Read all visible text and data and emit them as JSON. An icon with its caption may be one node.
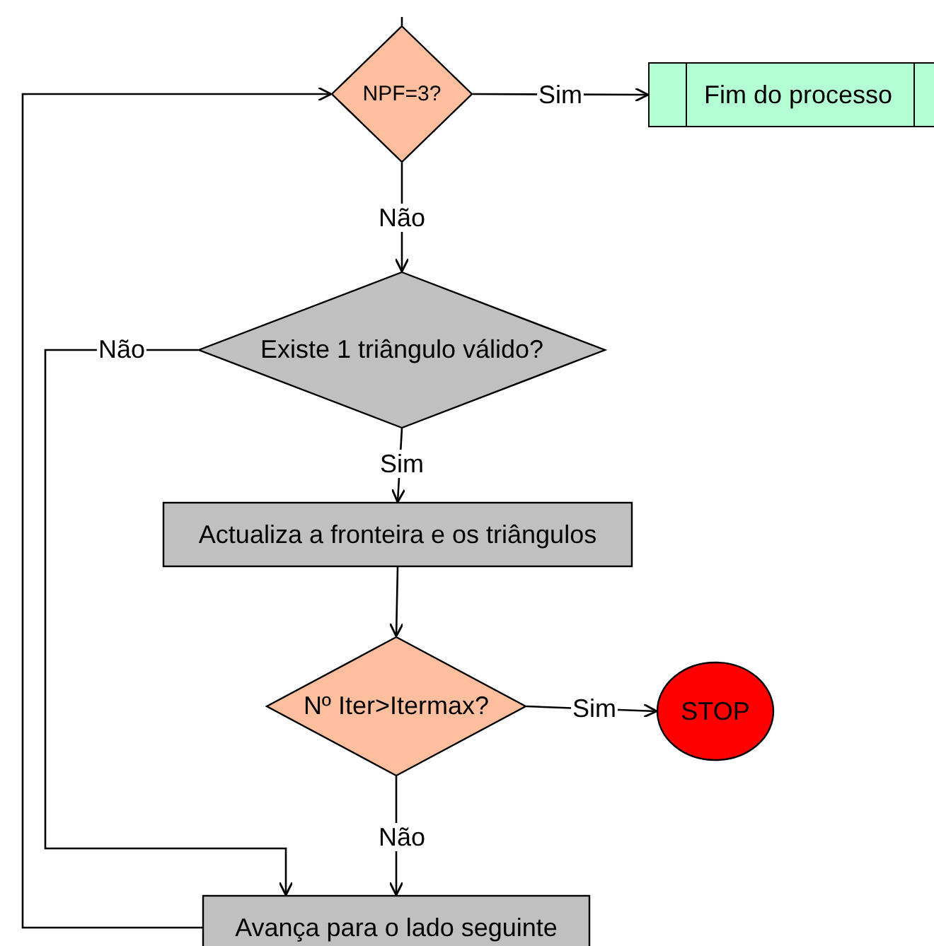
{
  "diagram": {
    "nodes": [
      {
        "text": [
          "NPF=3?"
        ]
      },
      {
        "text": [
          "Fim do processo"
        ]
      },
      {
        "text": [
          "Existe 1 triângulo válido?"
        ]
      },
      {
        "text": [
          "Actualiza a fronteira e os triângulos"
        ]
      },
      {
        "text": [
          "Nº Iter>Itermax?"
        ]
      },
      {
        "text": [
          "STOP"
        ]
      },
      {
        "text": [
          "Avança para o lado seguinte"
        ]
      }
    ],
    "edges": [
      {
        "from": 0,
        "to": 1,
        "arrow": "to",
        "label": "Sim"
      },
      {
        "from": 0,
        "to": 2,
        "arrow": "to",
        "label": "Não"
      },
      {
        "from": 2,
        "to": 6,
        "arrow": "to",
        "label": "Não"
      },
      {
        "from": 2,
        "to": 3,
        "arrow": "to",
        "label": "Sim"
      },
      {
        "from": 3,
        "to": 4,
        "arrow": "to"
      },
      {
        "from": 4,
        "to": 5,
        "arrow": "to",
        "label": "Sim"
      },
      {
        "from": 4,
        "to": 6,
        "arrow": "to",
        "label": "Não"
      },
      {
        "from": 6,
        "to": 0,
        "arrow": "to"
      },
      {
        "from": null,
        "to": 0,
        "arrow": "none"
      }
    ]
  }
}
